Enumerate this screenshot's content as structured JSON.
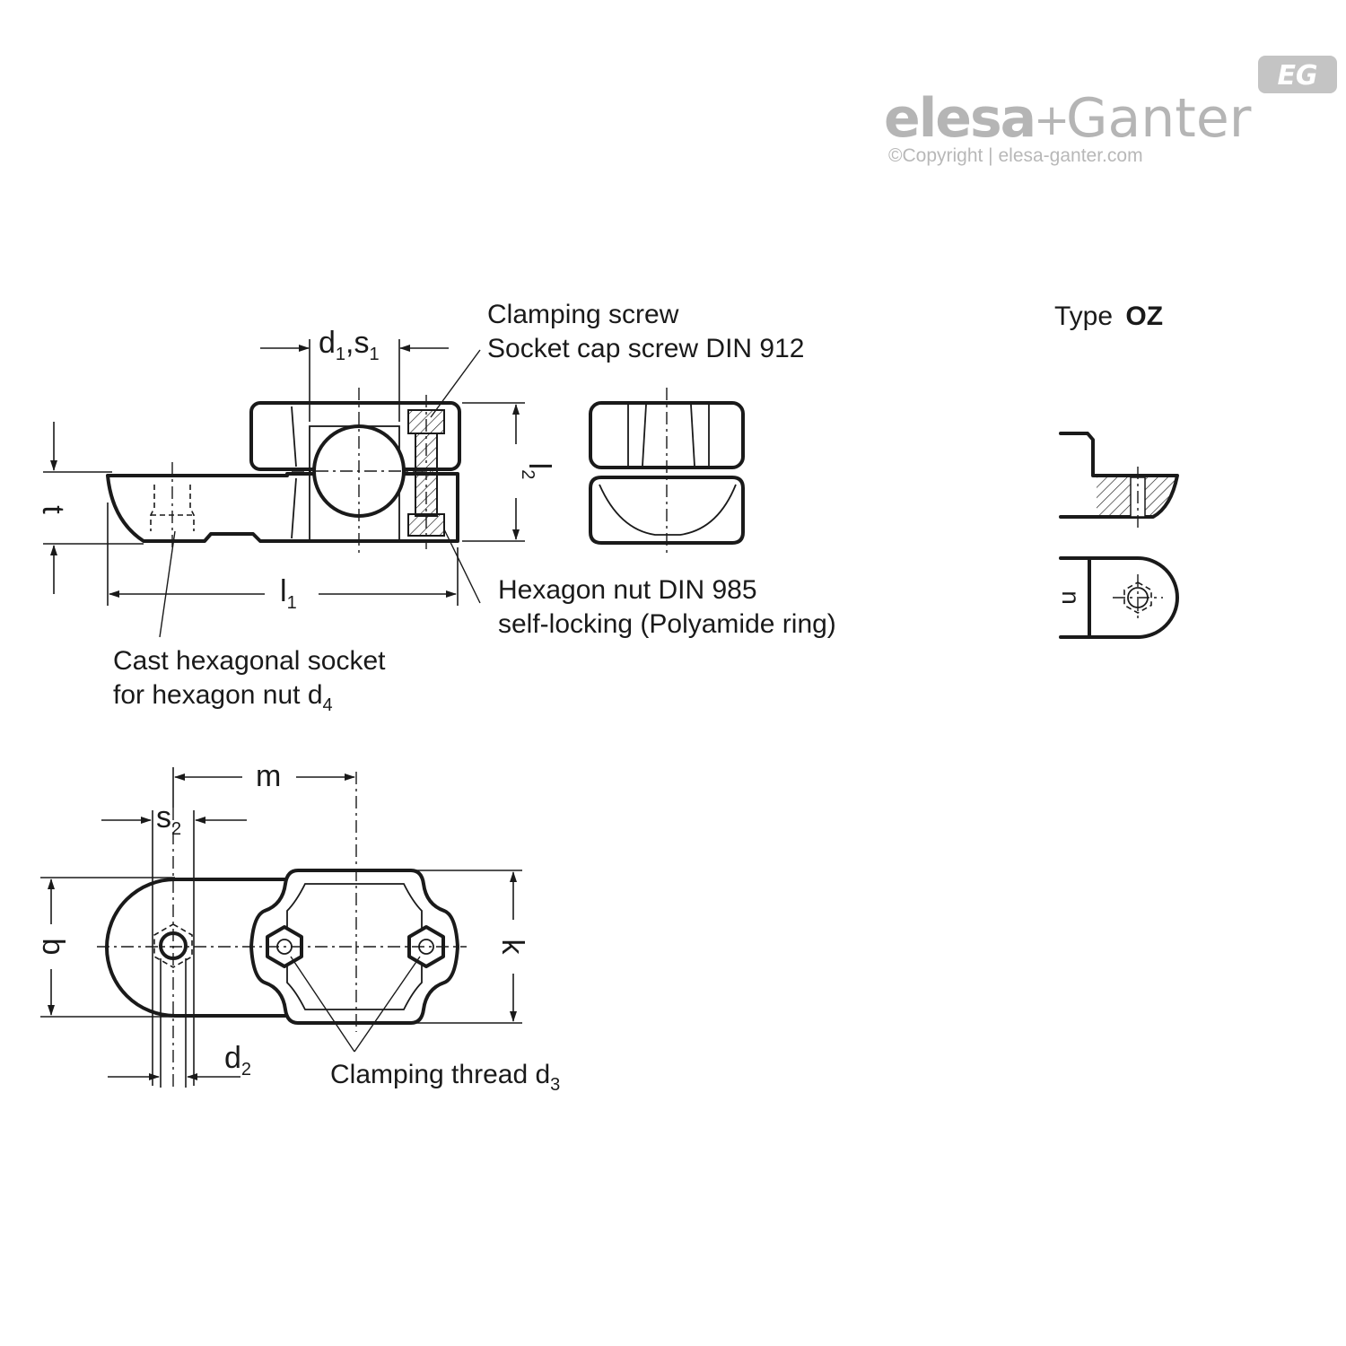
{
  "logo": {
    "brand_left": "elesa",
    "plus": "+",
    "brand_right": "Ganter",
    "badge": "EG",
    "copyright": "©Copyright | elesa-ganter.com"
  },
  "type_label": {
    "prefix": "Type",
    "code": "OZ"
  },
  "callouts": {
    "clamping_screw_line1": "Clamping screw",
    "clamping_screw_line2": "Socket cap screw DIN 912",
    "hex_nut_line1": "Hexagon nut  DIN 985",
    "hex_nut_line2": "self-locking (Polyamide ring)",
    "cast_socket_line1": "Cast hexagonal socket",
    "cast_socket_line2": "for hexagon nut d",
    "cast_socket_sub": "4",
    "clamping_thread": "Clamping thread d",
    "clamping_thread_sub": "3"
  },
  "dimensions": {
    "d1": "d",
    "d1_sub": "1",
    "comma": ",",
    "s1": "s",
    "s1_sub": "1",
    "l2": "l",
    "l2_sub": "2",
    "t": "t",
    "l1": "l",
    "l1_sub": "1",
    "m": "m",
    "s2": "s",
    "s2_sub": "2",
    "b": "b",
    "k": "k",
    "d2": "d",
    "d2_sub": "2",
    "n": "n"
  }
}
